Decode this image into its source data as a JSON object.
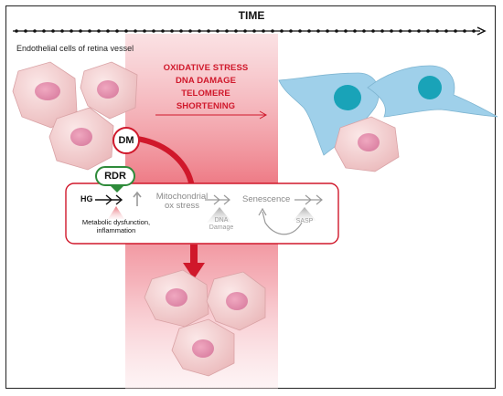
{
  "time_label": "TIME",
  "cells_label": "Endothelial cells of retina vessel",
  "stress_lines": [
    "OXIDATIVE STRESS",
    "DNA DAMAGE",
    "TELOMERE SHORTENING"
  ],
  "dm_label": "DM",
  "rdr_label": "RDR",
  "pathway": {
    "hg": "HG",
    "mito_line1": "Mitochondrial",
    "mito_line2": "ox stress",
    "senescence": "Senescence",
    "metabolic_line1": "Metabolic dysfunction,",
    "metabolic_line2": "inflammation",
    "dna_line1": "DNA",
    "dna_line2": "Damage",
    "sasp": "SASP"
  },
  "colors": {
    "red": "#d0182b",
    "green": "#2e8b3a",
    "pink_cell": "#f2c9cb",
    "pink_nucleus": "#e08aa6",
    "blue_cell": "#9fd0ea",
    "blue_nucleus": "#19a3b8",
    "gray": "#9a9a9a"
  }
}
